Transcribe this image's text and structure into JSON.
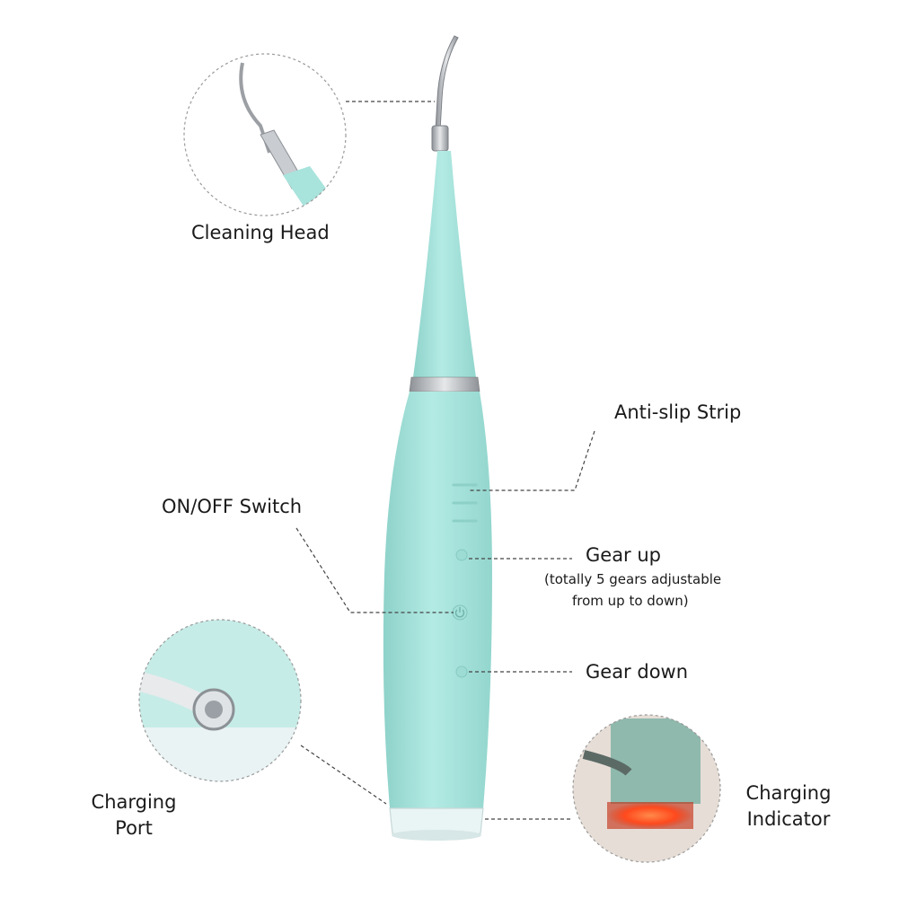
{
  "labels": {
    "cleaning_head": "Cleaning Head",
    "anti_slip_strip": "Anti-slip Strip",
    "on_off_switch": "ON/OFF Switch",
    "gear_up": "Gear up",
    "gear_up_note_line1": "(totally 5 gears adjustable",
    "gear_up_note_line2": "from up to down)",
    "gear_down": "Gear down",
    "charging_port_line1": "Charging",
    "charging_port_line2": "Port",
    "charging_indicator_line1": "Charging",
    "charging_indicator_line2": "Indicator"
  },
  "colors": {
    "body": "#a8e3dc",
    "body_shadow": "#8fd3cb",
    "metal": "#b9bcbf",
    "indicator": "#ff5a2a",
    "leader_line": "#444444",
    "circle_outline": "#9a9a9a"
  }
}
